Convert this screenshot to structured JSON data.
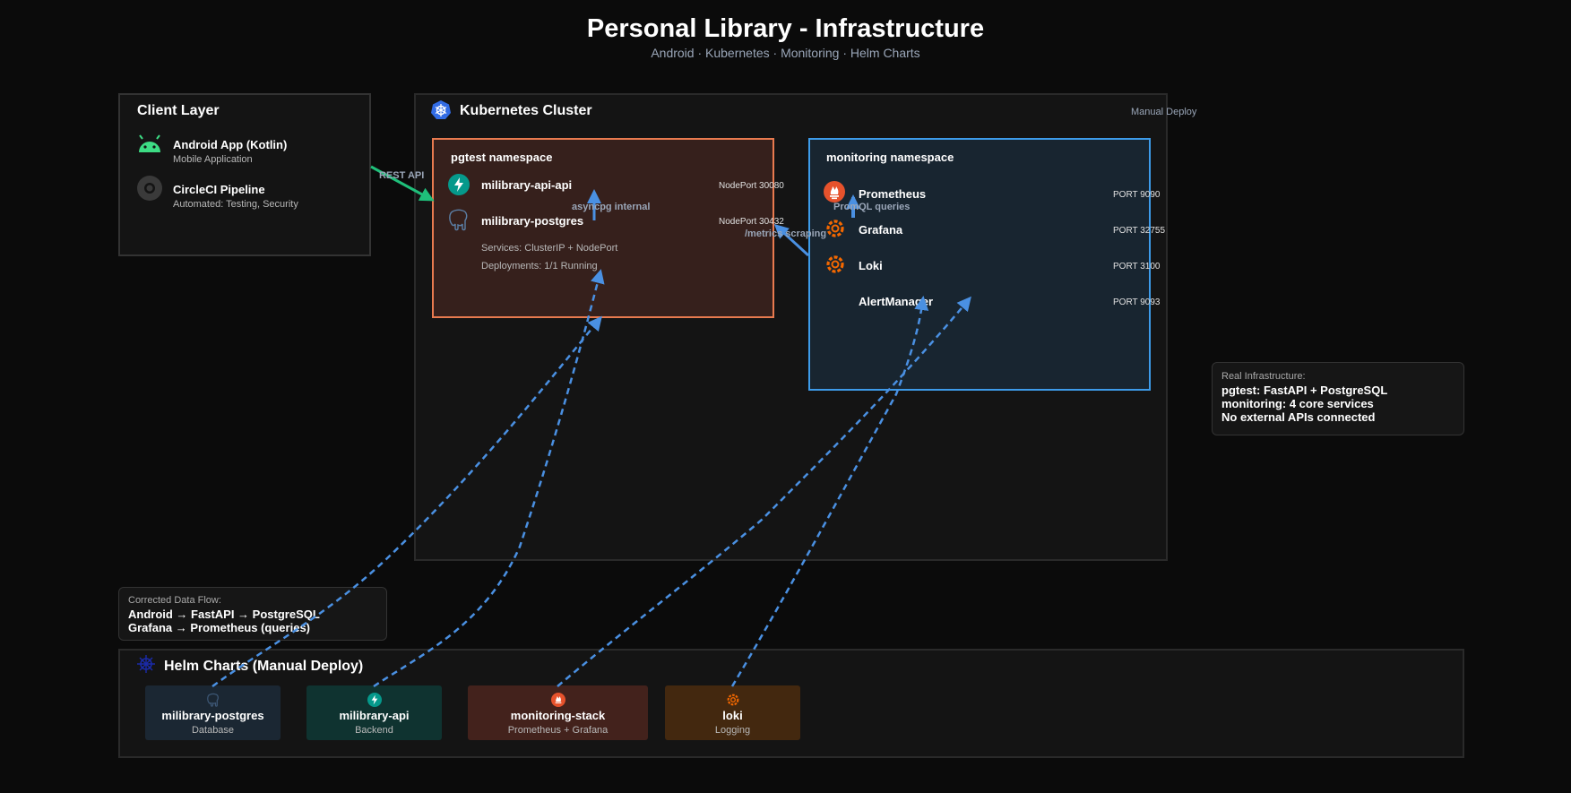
{
  "header": {
    "title": "Personal Library - Infrastructure",
    "subtitle": "Android · Kubernetes · Monitoring · Helm Charts"
  },
  "client_layer": {
    "title": "Client Layer",
    "items": [
      {
        "name": "Android App (Kotlin)",
        "sub": "Mobile Application",
        "icon": "android-icon"
      },
      {
        "name": "CircleCI Pipeline",
        "sub": "Automated: Testing, Security",
        "icon": "circleci-icon"
      }
    ]
  },
  "cluster": {
    "title": "Kubernetes Cluster",
    "deploy_label": "Manual Deploy",
    "icon": "kubernetes-icon"
  },
  "pgtest": {
    "title": "pgtest namespace",
    "items": [
      {
        "name": "milibrary-api-api",
        "port": "NodePort 30080",
        "icon": "fastapi-icon"
      },
      {
        "name": "milibrary-postgres",
        "port": "NodePort 30432",
        "icon": "postgres-icon"
      }
    ],
    "services": "Services: ClusterIP + NodePort",
    "deployments": "Deployments: 1/1 Running"
  },
  "monitoring": {
    "title": "monitoring namespace",
    "items": [
      {
        "name": "Prometheus",
        "port": "PORT 9090",
        "icon": "prometheus-icon"
      },
      {
        "name": "Grafana",
        "port": "PORT 32755",
        "icon": "grafana-icon"
      },
      {
        "name": "Loki",
        "port": "PORT 3100",
        "icon": "loki-icon"
      },
      {
        "name": "AlertManager",
        "port": "PORT 9093",
        "icon": ""
      }
    ]
  },
  "edges": {
    "rest_api": "REST API",
    "asyncpg": "asyncpg internal",
    "promql": "PromQL queries",
    "metrics": "/metrics scraping"
  },
  "note_left": {
    "title": "Corrected Data Flow:",
    "lines": [
      "Android → FastAPI → PostgreSQL",
      "Grafana → Prometheus (queries)"
    ]
  },
  "note_right": {
    "title": "Real Infrastructure:",
    "lines": [
      "pgtest: FastAPI + PostgreSQL",
      "monitoring: 4 core services",
      "No external APIs connected"
    ]
  },
  "helm": {
    "title": "Helm Charts (Manual Deploy)",
    "charts": [
      {
        "name": "milibrary-postgres",
        "sub": "Database",
        "color": "#1b2733"
      },
      {
        "name": "milibrary-api",
        "sub": "Backend",
        "color": "#0f3330"
      },
      {
        "name": "monitoring-stack",
        "sub": "Prometheus + Grafana",
        "color": "#43221c"
      },
      {
        "name": "loki",
        "sub": "Logging",
        "color": "#43280f"
      }
    ]
  },
  "colors": {
    "pgtest_border": "#e87a4f",
    "monitoring_border": "#3d9be9",
    "arrow_blue": "#4a90e2",
    "arrow_green": "#1fbf7a",
    "android_green": "#3ddc84",
    "fastapi_teal": "#05998b",
    "prometheus_orange": "#e6522c",
    "grafana_orange": "#f46800"
  }
}
